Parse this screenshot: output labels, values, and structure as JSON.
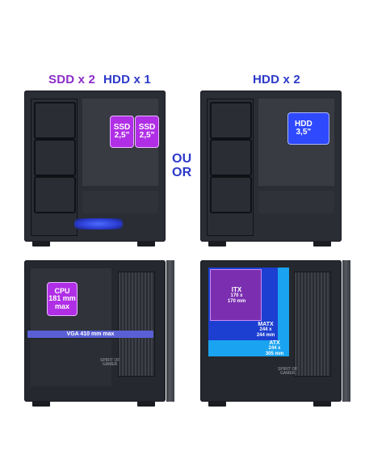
{
  "headers": {
    "sdd": "SDD x 2",
    "hdd_left": "HDD x 1",
    "hdd_right": "HDD x 2",
    "ou": "OU",
    "or": "OR"
  },
  "ssd_badges": [
    {
      "line1": "SSD",
      "line2": "2,5\""
    },
    {
      "line1": "SSD",
      "line2": "2,5\""
    }
  ],
  "hdd_badge": {
    "line1": "HDD",
    "line2": "3,5\""
  },
  "cpu_badge": {
    "line1": "CPU",
    "line2": "181 mm",
    "line3": "max"
  },
  "vga_label": "VGA 410 mm max",
  "mb_itx": {
    "line1": "ITX",
    "line2": "170 x",
    "line3": "170 mm"
  },
  "mb_matx": {
    "line1": "MATX",
    "line2": "244 x",
    "line3": "244 mm"
  },
  "mb_atx": {
    "line1": "ATX",
    "line2": "244 x",
    "line3": "305 mm"
  },
  "brand": {
    "line1": "SPIRIT OF",
    "line2": "GAMER"
  },
  "colors": {
    "purple": "#8b2cc9",
    "blue": "#2c39c9",
    "badge_purple": "#b02fe6",
    "hdd_blue": "#2f49ff",
    "matx_blue": "#1c3fd1",
    "atx_blue": "#1aa3f0"
  }
}
